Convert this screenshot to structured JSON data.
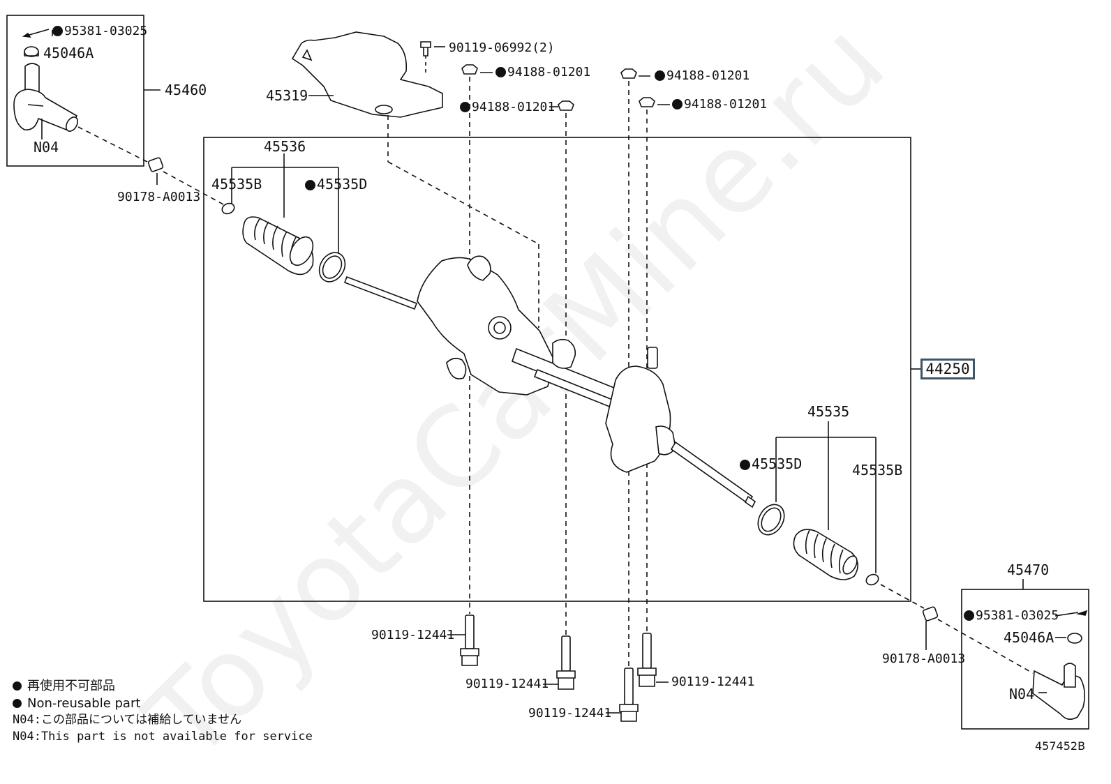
{
  "watermark": "ToyotaCarMine.ru",
  "figure_id": "457452B",
  "labels": {
    "p95381_top": "95381-03025",
    "p45046A_top": "45046A",
    "p45460": "45460",
    "n04_left": "N04",
    "p90178_left": "90178-A0013",
    "p45319": "45319",
    "p90119_06992": "90119-06992(2)",
    "p94188_a": "94188-01201",
    "p94188_b": "94188-01201",
    "p94188_c": "94188-01201",
    "p94188_d": "94188-01201",
    "p45536": "45536",
    "p45535B_left": "45535B",
    "p45535D_left": "45535D",
    "p44250": "44250",
    "p45535": "45535",
    "p45535D_right": "45535D",
    "p45535B_right": "45535B",
    "p45470": "45470",
    "p95381_right": "95381-03025",
    "p45046A_right": "45046A",
    "n04_right": "N04",
    "p90178_right": "90178-A0013",
    "p90119_12441_a": "90119-12441",
    "p90119_12441_b": "90119-12441",
    "p90119_12441_c": "90119-12441",
    "p90119_12441_d": "90119-12441"
  },
  "legend": {
    "nonreusable_jp": "再使用不可部品",
    "nonreusable_en": "Non-reusable part",
    "n04_jp": "N04:この部品については補給していません",
    "n04_en": "N04:This part is not available for service"
  }
}
